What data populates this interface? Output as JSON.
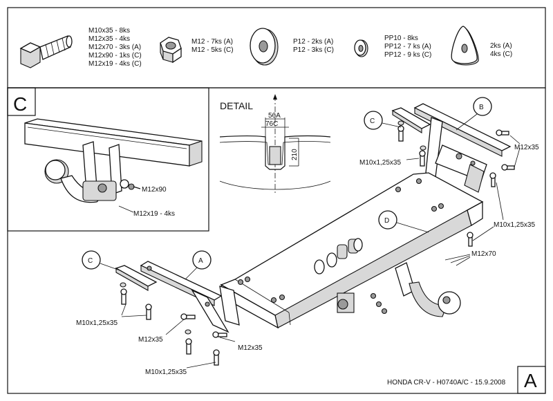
{
  "parts_list": [
    {
      "lines": [
        "M10x35 - 8ks",
        "M12x35 - 4ks",
        "M12x70 - 3ks (A)",
        "M12x90 - 1ks (C)",
        "M12x19 - 4ks (C)"
      ],
      "icon": "bolt-icon"
    },
    {
      "lines": [
        "M12 - 7ks (A)",
        "M12 - 5ks (C)"
      ],
      "icon": "hex-nut-icon"
    },
    {
      "lines": [
        "P12 - 2ks (A)",
        "P12 - 3ks (C)"
      ],
      "icon": "flat-washer-icon"
    },
    {
      "lines": [
        "PP10 - 8ks",
        "PP12 - 7 ks (A)",
        "PP12 - 9 ks (C)"
      ],
      "icon": "spring-washer-icon"
    },
    {
      "lines": [
        "2ks (A)",
        "4ks (C)"
      ],
      "icon": "spacer-plate-icon"
    }
  ],
  "inset_c": {
    "letter": "C",
    "labels": [
      "M12x90",
      "M12x19 - 4ks"
    ]
  },
  "detail": {
    "title": "DETAIL",
    "dims": [
      "56A",
      "76C",
      "210"
    ]
  },
  "callouts": {
    "top_c": "C",
    "top_b": "B",
    "mid_d": "D",
    "left_c": "C",
    "left_a": "A"
  },
  "labels": {
    "m12x35_tr": "M12x35",
    "m10x125x35_tc": "M10x1,25x35",
    "m10x125x35_r": "M10x1,25x35",
    "m12x70": "M12x70",
    "m10x125x35_l": "M10x1,25x35",
    "m12x35_l": "M12x35",
    "m12x35_b": "M12x35",
    "m10x125x35_b": "M10x1,25x35"
  },
  "footer": {
    "model": "HONDA CR-V - H0740A/C - 15.9.2008",
    "variant": "A"
  }
}
